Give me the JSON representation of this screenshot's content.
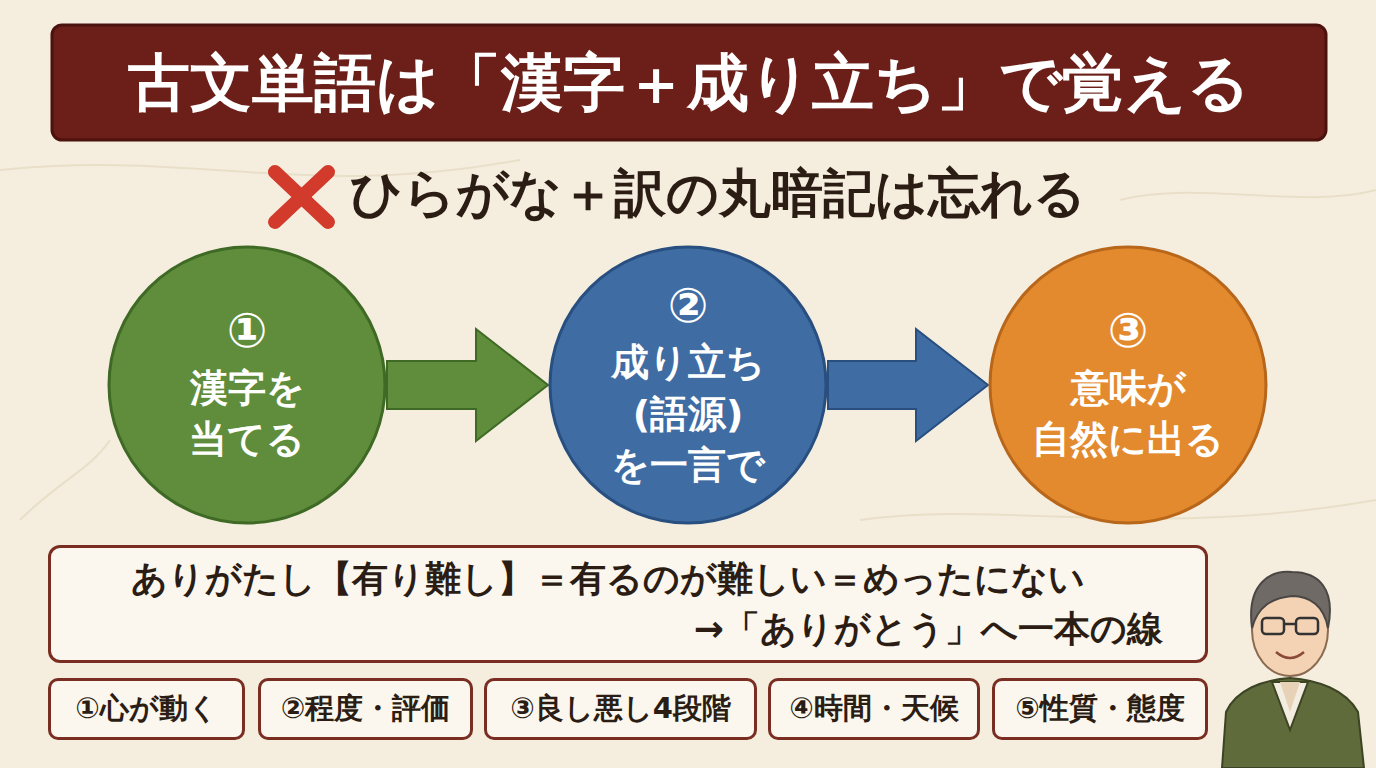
{
  "diagram": {
    "title": "古文単語は「漢字＋成り立ち」で覚える",
    "nodes": [
      {
        "text": [
          "①",
          "漢字を 当てる"
        ]
      },
      {
        "text": [
          "②",
          "成り立ち(語源) を一言で"
        ]
      },
      {
        "text": [
          "③",
          "意味が 自然に出る"
        ]
      },
      {
        "text": [
          "ありがたし【有り難し】＝有るのが難しい＝めったにない",
          "→「ありがとう」へ一本の線"
        ]
      },
      {
        "text": [
          "①心が動く"
        ]
      },
      {
        "text": [
          "②程度・評価"
        ]
      },
      {
        "text": [
          "③良し悪し4段階"
        ]
      },
      {
        "text": [
          "④時間・天候"
        ]
      },
      {
        "text": [
          "⑤性質・態度"
        ]
      }
    ],
    "edges": [
      {
        "from": 0,
        "to": 1,
        "arrow": "to"
      },
      {
        "from": 1,
        "to": 2,
        "arrow": "to"
      }
    ],
    "labels": [
      "ひらがな＋訳の丸暗記は忘れる"
    ]
  }
}
